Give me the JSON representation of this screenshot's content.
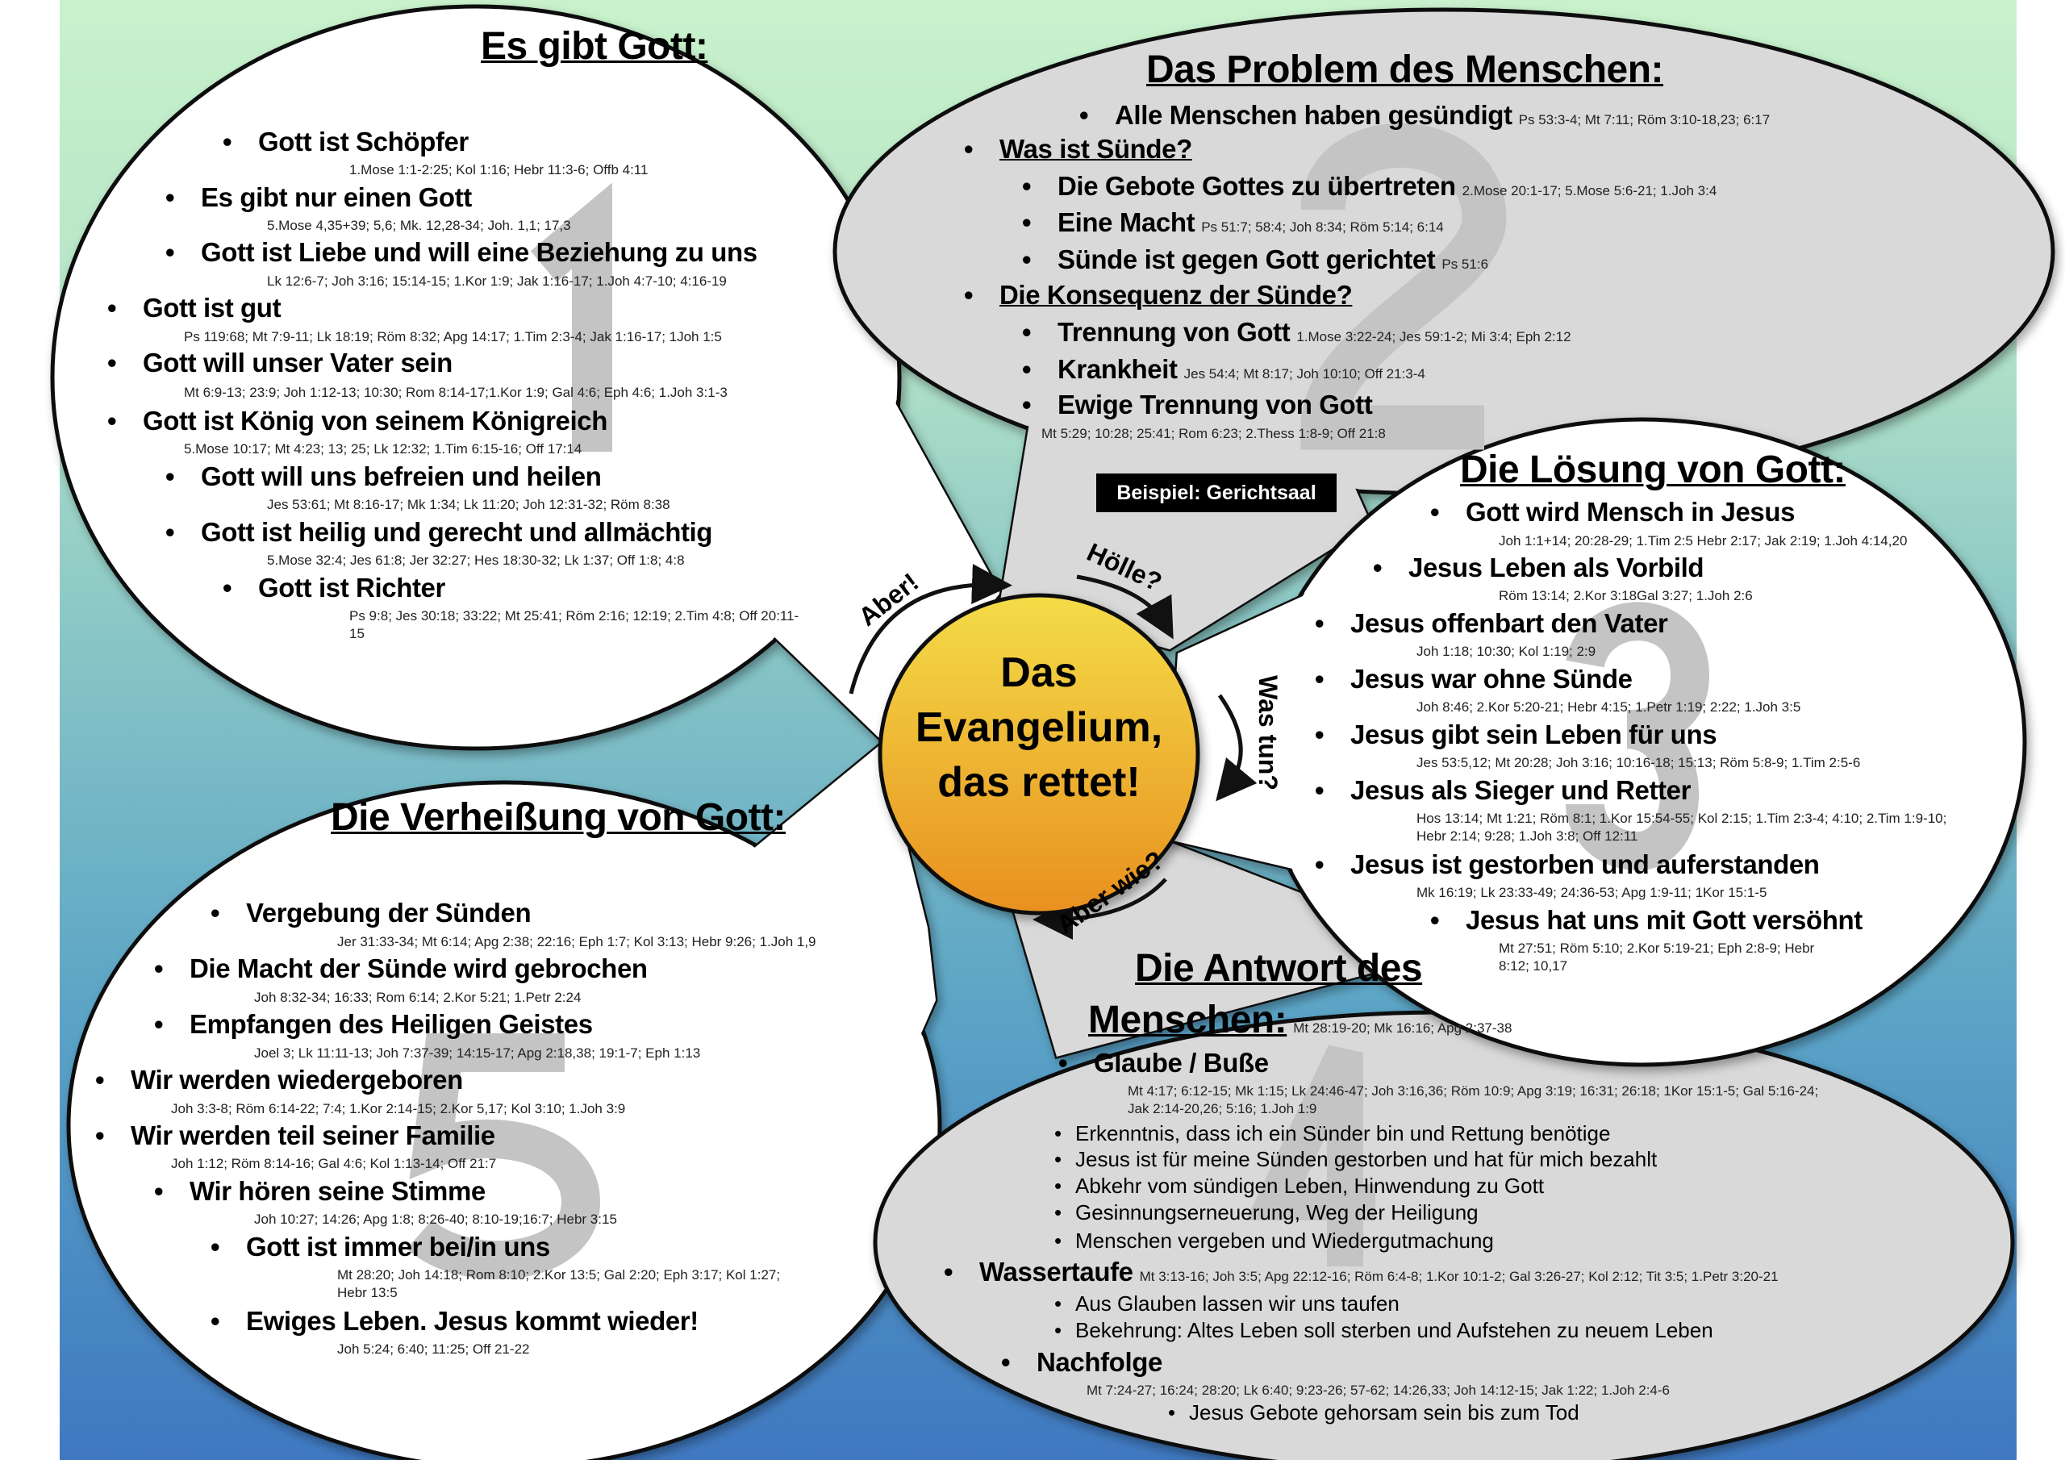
{
  "colors": {
    "bubble_white": "#ffffff",
    "bubble_gray": "#d9d9d9",
    "center_top": "#f4dc48",
    "center_bottom": "#e8901f",
    "number": "#c4c4c4"
  },
  "center": {
    "line1": "Das",
    "line2": "Evangelium,",
    "line3": "das rettet!"
  },
  "arrows": {
    "aber": "Aber!",
    "hoelle": "Hölle?",
    "was_tun": "Was tun?",
    "aber_wie": "Aber wie?"
  },
  "bubble1": {
    "number": "1",
    "title": "Es gibt Gott:",
    "items": [
      {
        "text": "Gott ist Schöpfer",
        "ref": "1.Mose 1:1-2:25; Kol 1:16; Hebr 11:3-6; Offb 4:11"
      },
      {
        "text": "Es gibt nur einen Gott",
        "ref": "5.Mose 4,35+39; 5,6; Mk. 12,28-34; Joh. 1,1; 17,3"
      },
      {
        "text": "Gott ist Liebe und will eine Beziehung zu uns",
        "ref": "Lk 12:6-7; Joh 3:16; 15:14-15; 1.Kor 1:9; Jak 1:16-17; 1.Joh 4:7-10; 4:16-19"
      },
      {
        "text": "Gott ist gut",
        "ref": "Ps 119:68; Mt 7:9-11; Lk 18:19; Röm 8:32; Apg 14:17; 1.Tim 2:3-4; Jak 1:16-17; 1Joh 1:5"
      },
      {
        "text": "Gott will unser Vater sein",
        "ref": "Mt 6:9-13; 23:9; Joh 1:12-13; 10:30; Rom 8:14-17;1.Kor 1:9; Gal 4:6; Eph 4:6; 1.Joh 3:1-3"
      },
      {
        "text": "Gott ist König von seinem Königreich",
        "ref": "5.Mose 10:17; Mt 4:23; 13; 25; Lk 12:32; 1.Tim 6:15-16; Off 17:14"
      },
      {
        "text": "Gott will uns befreien und heilen",
        "ref": "Jes 53:61; Mt 8:16-17; Mk 1:34; Lk 11:20; Joh 12:31-32; Röm 8:38"
      },
      {
        "text": "Gott ist heilig und gerecht und allmächtig",
        "ref": "5.Mose 32:4; Jes 61:8; Jer 32:27; Hes 18:30-32; Lk 1:37; Off 1:8; 4:8"
      },
      {
        "text": "Gott ist Richter",
        "ref": "Ps 9:8; Jes 30:18; 33:22; Mt 25:41; Röm 2:16; 12:19; 2.Tim 4:8; Off 20:11-15"
      }
    ]
  },
  "bubble2": {
    "number": "2",
    "title": "Das Problem des Menschen:",
    "items": [
      {
        "text": "Alle Menschen haben gesündigt",
        "ref": "Ps 53:3-4; Mt 7:11; Röm 3:10-18,23; 6:17"
      },
      {
        "text": "Was ist Sünde?"
      },
      {
        "text": "Die Gebote Gottes zu übertreten",
        "ref": "2.Mose 20:1-17; 5.Mose 5:6-21; 1.Joh 3:4"
      },
      {
        "text": "Eine Macht",
        "ref": "Ps 51:7; 58:4; Joh 8:34; Röm 5:14; 6:14"
      },
      {
        "text": "Sünde ist gegen Gott gerichtet",
        "ref": "Ps 51:6"
      },
      {
        "text": "Die Konsequenz der Sünde?"
      },
      {
        "text": "Trennung von Gott",
        "ref": "1.Mose 3:22-24; Jes 59:1-2; Mi 3:4; Eph 2:12"
      },
      {
        "text": "Krankheit",
        "ref": "Jes 54:4; Mt 8:17; Joh 10:10;  Off 21:3-4"
      },
      {
        "text": "Ewige Trennung von Gott",
        "ref": "Mt 5:29; 10:28; 25:41; Rom 6:23; 2.Thess 1:8-9; Off 21:8"
      }
    ],
    "example": "Beispiel: Gerichtsaal"
  },
  "bubble3": {
    "number": "3",
    "title": "Die Lösung von Gott:",
    "items": [
      {
        "text": "Gott wird Mensch in Jesus",
        "ref": "Joh 1:1+14; 20:28-29; 1.Tim 2:5 Hebr 2:17; Jak 2:19; 1.Joh 4:14,20"
      },
      {
        "text": "Jesus Leben als Vorbild",
        "ref": "Röm 13:14; 2.Kor 3:18Gal 3:27; 1.Joh 2:6"
      },
      {
        "text": "Jesus offenbart den Vater",
        "ref": "Joh 1:18; 10:30; Kol 1:19; 2:9"
      },
      {
        "text": "Jesus war ohne Sünde",
        "ref": "Joh 8:46; 2.Kor 5:20-21; Hebr 4:15; 1.Petr 1:19; 2:22; 1.Joh 3:5"
      },
      {
        "text": "Jesus gibt sein Leben für uns",
        "ref": "Jes 53:5,12; Mt 20:28; Joh 3:16; 10:16-18; 15:13; Röm 5:8-9; 1.Tim 2:5-6"
      },
      {
        "text": "Jesus als Sieger und Retter",
        "ref": "Hos 13:14; Mt 1:21; Röm 8:1; 1.Kor 15:54-55; Kol 2:15; 1.Tim 2:3-4; 4:10; 2.Tim 1:9-10; Hebr 2:14; 9:28; 1.Joh 3:8; Off 12:11"
      },
      {
        "text": "Jesus ist gestorben und auferstanden",
        "ref": "Mk 16:19; Lk 23:33-49; 24:36-53; Apg 1:9-11; 1Kor 15:1-5"
      },
      {
        "text": "Jesus hat uns mit Gott versöhnt",
        "ref": "Mt 27:51; Röm 5:10; 2.Kor 5:19-21; Eph 2:8-9; Hebr 8:12; 10,17"
      }
    ]
  },
  "bubble4": {
    "number": "4",
    "title_line1": "Die Antwort des",
    "title_line2": "Menschen:",
    "title_ref": "Mt 28:19-20; Mk 16:16; Apg 2:37-38",
    "glaube": {
      "text": "Glaube / Buße",
      "ref": "Mt 4:17; 6:12-15; Mk 1:15; Lk 24:46-47; Joh 3:16,36; Röm 10:9; Apg 3:19; 16:31; 26:18; 1Kor 15:1-5; Gal 5:16-24; Jak 2:14-20,26; 5:16; 1.Joh 1:9",
      "points": [
        "Erkenntnis, dass ich ein Sünder bin und Rettung benötige",
        "Jesus ist für meine Sünden gestorben und hat für mich bezahlt",
        "Abkehr vom sündigen Leben, Hinwendung zu Gott",
        "Gesinnungserneuerung, Weg der Heiligung",
        "Menschen vergeben und Wiedergutmachung"
      ]
    },
    "taufe": {
      "text": "Wassertaufe",
      "ref": "Mt 3:13-16; Joh 3:5; Apg 22:12-16; Röm 6:4-8; 1.Kor 10:1-2; Gal 3:26-27; Kol 2:12; Tit 3:5; 1.Petr 3:20-21",
      "points": [
        "Aus Glauben lassen wir uns taufen",
        "Bekehrung: Altes Leben soll sterben und Aufstehen zu neuem Leben"
      ]
    },
    "nachfolge": {
      "text": "Nachfolge",
      "ref": "Mt 7:24-27; 16:24; 28:20; Lk 6:40; 9:23-26; 57-62; 14:26,33; Joh 14:12-15; Jak 1:22; 1.Joh 2:4-6",
      "points": [
        "Jesus Gebote gehorsam sein bis zum Tod"
      ]
    }
  },
  "bubble5": {
    "number": "5",
    "title": "Die Verheißung von Gott:",
    "items": [
      {
        "text": "Vergebung der Sünden",
        "ref": "Jer 31:33-34; Mt 6:14; Apg 2:38; 22:16; Eph 1:7; Kol 3:13; Hebr 9:26; 1.Joh 1,9"
      },
      {
        "text": "Die Macht der Sünde wird gebrochen",
        "ref": "Joh 8:32-34; 16:33; Rom 6:14; 2.Kor 5:21; 1.Petr 2:24"
      },
      {
        "text": "Empfangen des Heiligen Geistes",
        "ref": "Joel 3; Lk 11:11-13; Joh 7:37-39; 14:15-17; Apg 2:18,38; 19:1-7; Eph 1:13"
      },
      {
        "text": "Wir werden wiedergeboren",
        "ref": "Joh 3:3-8; Röm 6:14-22; 7:4; 1.Kor 2:14-15; 2.Kor 5,17; Kol 3:10; 1.Joh 3:9"
      },
      {
        "text": "Wir werden teil seiner Familie",
        "ref": "Joh 1:12; Röm 8:14-16; Gal 4:6; Kol 1:13-14; Off 21:7"
      },
      {
        "text": "Wir hören seine Stimme",
        "ref": "Joh 10:27; 14:26; Apg 1:8; 8:26-40; 8:10-19;16:7;  Hebr 3:15"
      },
      {
        "text": "Gott ist immer bei/in uns",
        "ref": "Mt 28:20; Joh 14:18; Rom 8:10; 2.Kor 13:5; Gal 2:20; Eph 3:17; Kol 1:27; Hebr 13:5"
      },
      {
        "text": "Ewiges Leben. Jesus kommt wieder!",
        "ref": "Joh 5:24; 6:40; 11:25; Off 21-22"
      }
    ]
  }
}
